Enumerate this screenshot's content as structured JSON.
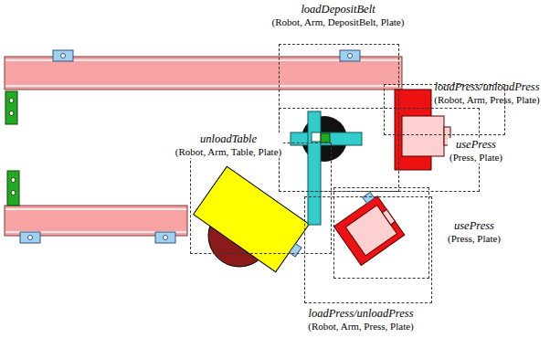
{
  "diagram": {
    "nodes": [
      {
        "text": [
          "loadDepositBelt",
          "(Robot, Arm, DepositBelt, Plate)"
        ]
      },
      {
        "text": [
          "loadPress/unloadPress",
          "(Robot, Arm, Press, Plate)"
        ]
      },
      {
        "text": [
          "usePress",
          "(Press, Plate)"
        ]
      },
      {
        "text": [
          "unloadTable",
          "(Robot, Arm, Table, Plate)"
        ]
      },
      {
        "text": [
          "usePress",
          "(Press, Plate)"
        ]
      },
      {
        "text": [
          "loadPress/unloadPress",
          "(Robot, Arm, Press, Plate)"
        ]
      }
    ]
  }
}
